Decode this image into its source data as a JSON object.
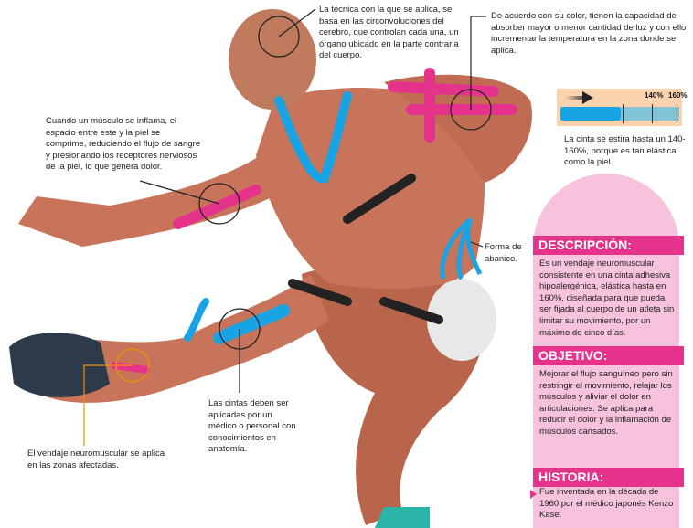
{
  "annotations": {
    "brain": "La técnica con la que se aplica, se basa en las circonvoluciones del cerebro, que controlan cada una, un órgano ubicado en la parte contraria del cuerpo.",
    "color": "De acuerdo con su color, tienen la capacidad de absorber mayor o menor cantidad de luz y con ello incrementar la temperatura en la zona donde se aplica.",
    "inflammation": "Cuando un músculo se inflama, el espacio entre este y la piel se comprime, reduciendo el flujo de sangre y presionando los receptores nerviosos de la piel, lo que genera dolor.",
    "fan": "Forma de abanico.",
    "applied_by": "Las cintas deben ser aplicadas por un médico o personal con conocimientos en anatomía.",
    "affected_areas": "El vendaje neuromuscular se aplica en las zonas afectadas."
  },
  "stretch": {
    "label_140": "140%",
    "label_160": "160%",
    "fill_percent": 100,
    "caption": "La cinta se estira hasta un 140-160%, porque es tan elástica como la piel."
  },
  "panel": {
    "description_title": "DESCRIPCIÓN:",
    "description_text": "Es un vendaje neuromuscular consistente en una cinta adhesiva hipoalergénica, elástica hasta en 160%, diseñada para que pueda ser fijada al cuerpo de un atleta sin limitar su movimiento, por un máximo de cinco días.",
    "objective_title": "OBJETIVO:",
    "objective_text": "Mejorar el flujo sanguíneo pero sin restringir el movimiento, relajar los músculos y aliviar el dolor en articulaciones. Se aplica para reducir el dolor y la inflamación de músculos cansados.",
    "history_title": "HISTORIA:",
    "history_text": "Fue inventada en la década de 1960 por el médico japonés Kenzo Kase."
  },
  "colors": {
    "pink": "#e5338b",
    "blue": "#17a3e4",
    "muscle": "#c8745a",
    "panel": "#f7c3dc"
  }
}
